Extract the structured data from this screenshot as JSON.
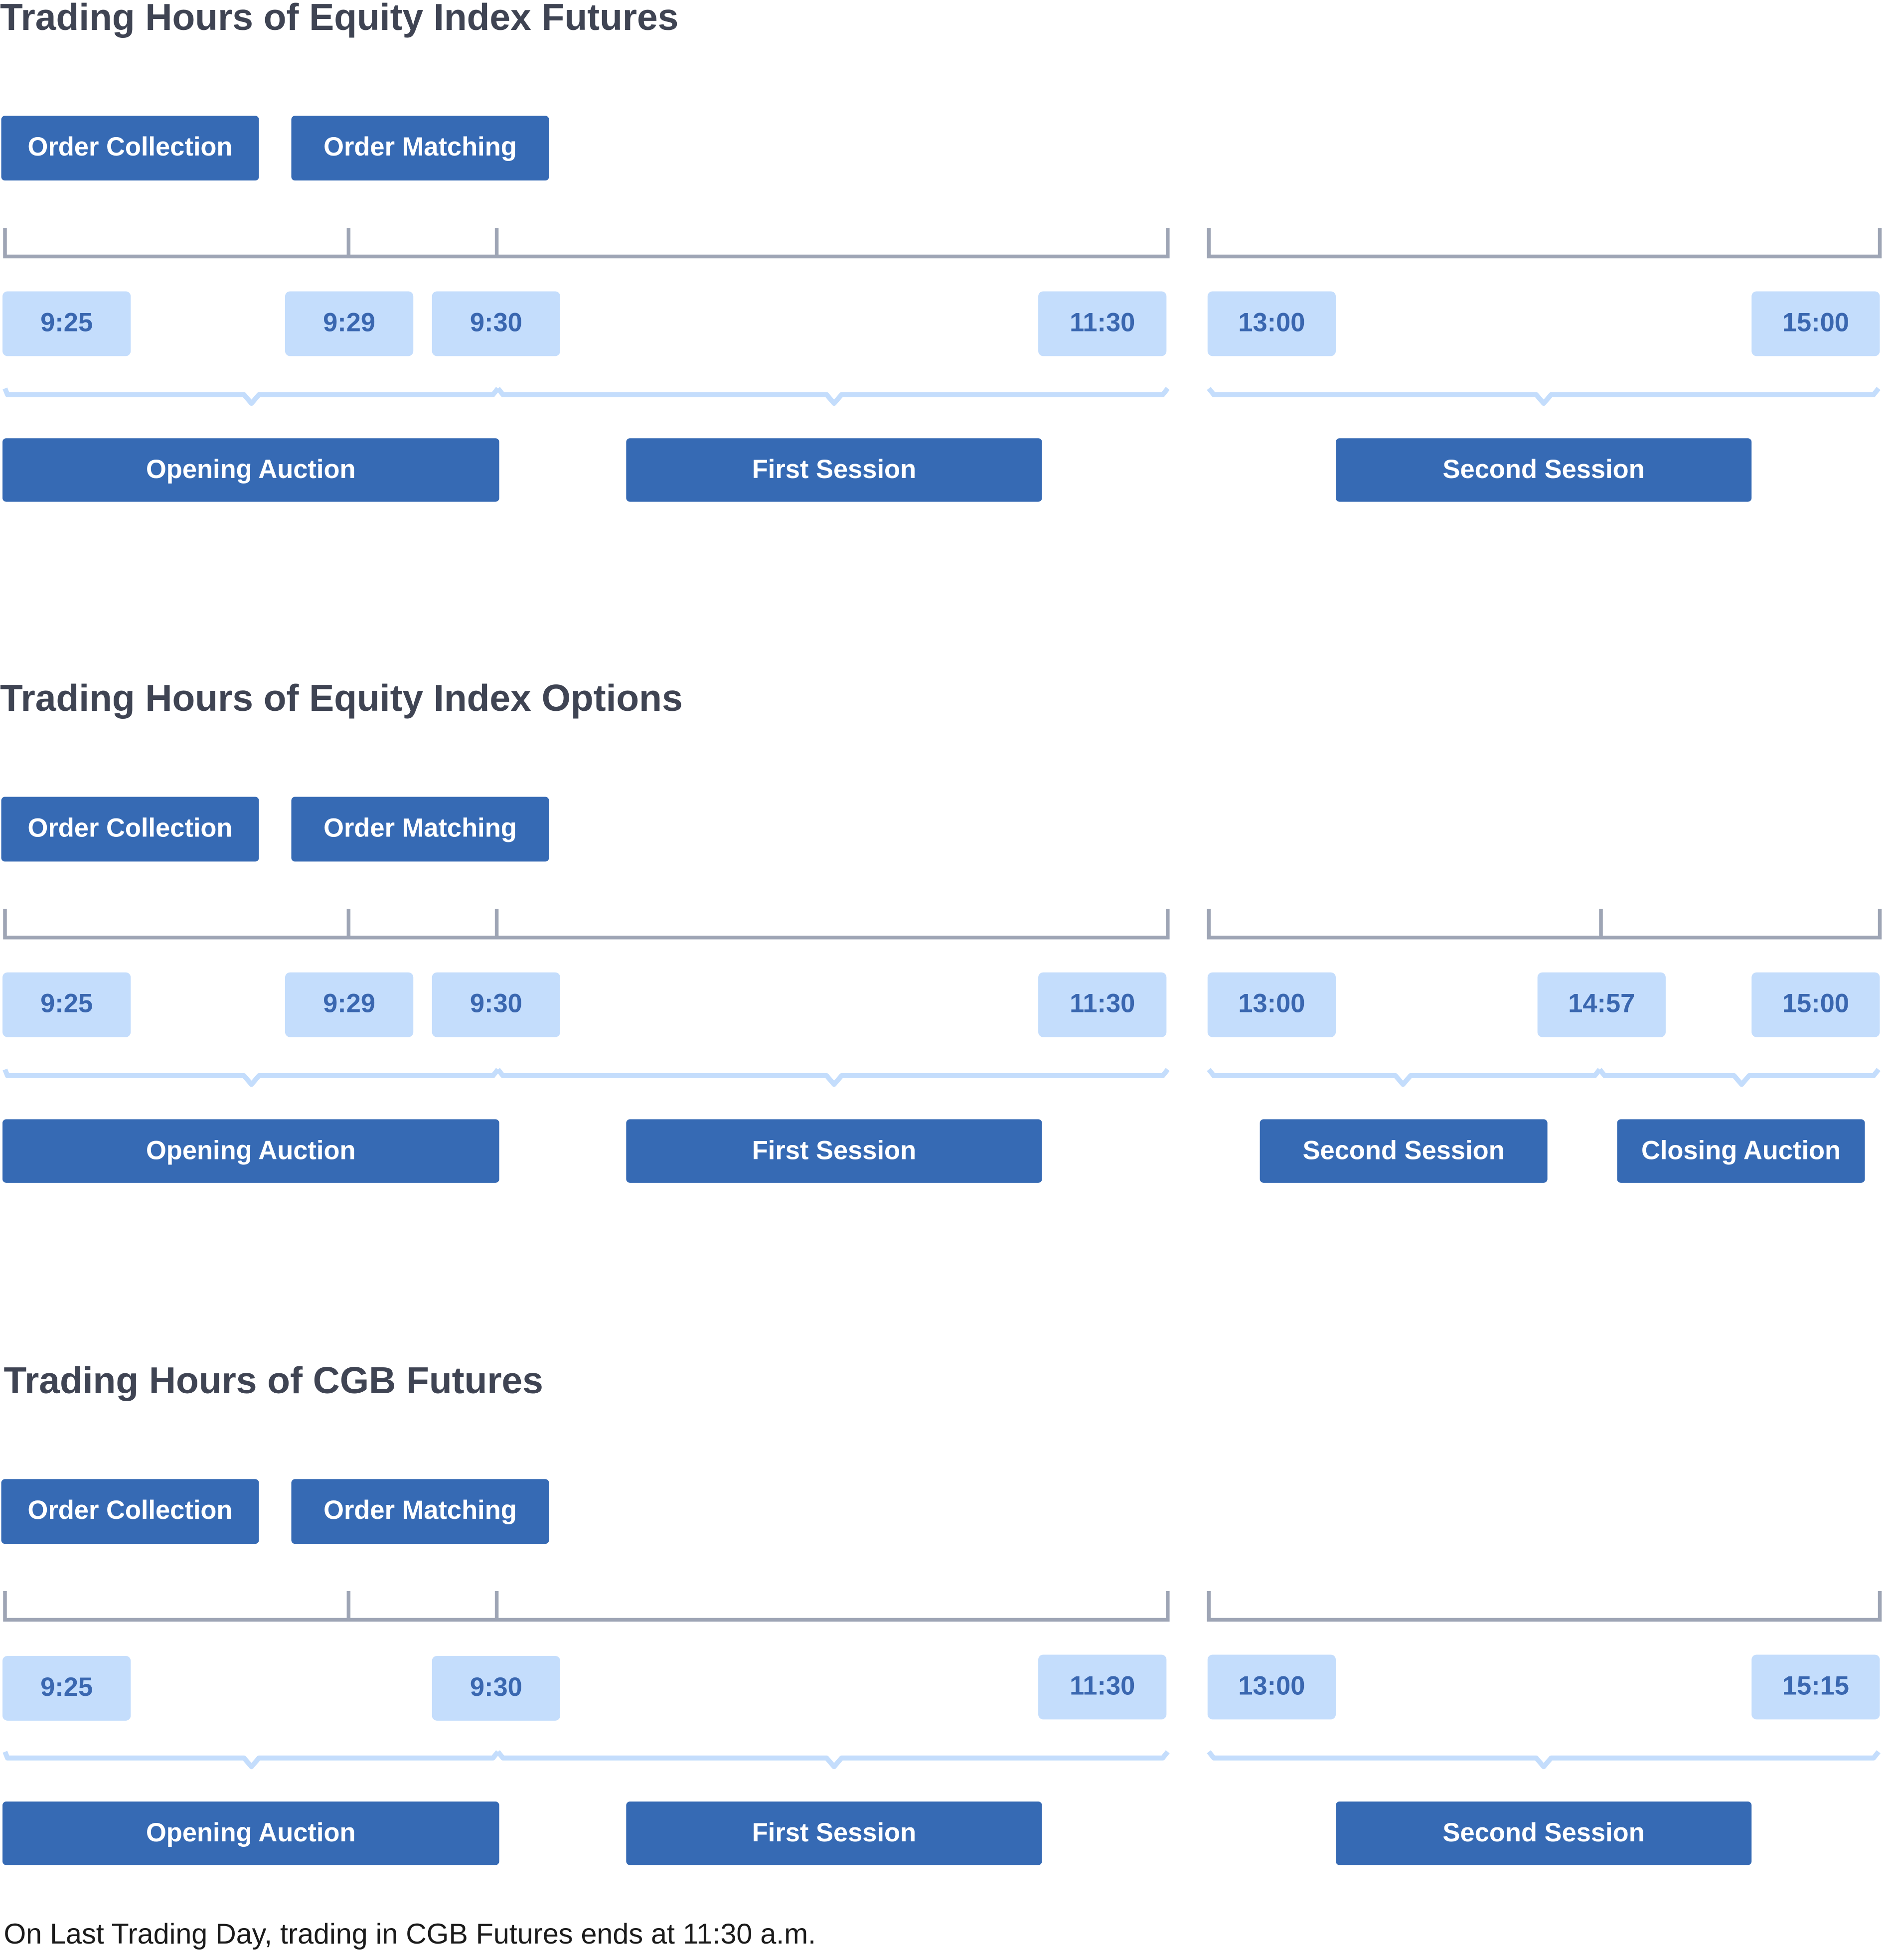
{
  "sections": [
    {
      "title": "Trading Hours of Equity Index Futures",
      "legend": {
        "collection": "Order Collection",
        "matching": "Order Matching"
      },
      "times": [
        "9:25",
        "9:29",
        "9:30",
        "11:30",
        "13:00",
        "15:00"
      ],
      "sessions": [
        "Opening Auction",
        "First Session",
        "Second Session"
      ]
    },
    {
      "title": "Trading Hours of Equity Index Options",
      "legend": {
        "collection": "Order Collection",
        "matching": "Order Matching"
      },
      "times": [
        "9:25",
        "9:29",
        "9:30",
        "11:30",
        "13:00",
        "14:57",
        "15:00"
      ],
      "sessions": [
        "Opening Auction",
        "First Session",
        "Second Session",
        "Closing Auction"
      ]
    },
    {
      "title": "Trading Hours of CGB Futures",
      "legend": {
        "collection": "Order Collection",
        "matching": "Order Matching"
      },
      "times": [
        "9:25",
        "9:30",
        "11:30",
        "13:00",
        "15:15"
      ],
      "sessions": [
        "Opening Auction",
        "First Session",
        "Second Session"
      ]
    }
  ],
  "footnote": "On Last Trading Day, trading in CGB Futures ends at 11:30 a.m.",
  "colors": {
    "button_bg": "#366ab4",
    "time_bg": "#c4ddfc",
    "time_text": "#3a67b0",
    "axis_line": "#9ea5b5",
    "brace": "#c4ddfc",
    "title_text": "#3f4453"
  },
  "icons": [
    "timeline-axis",
    "curly-brace"
  ]
}
